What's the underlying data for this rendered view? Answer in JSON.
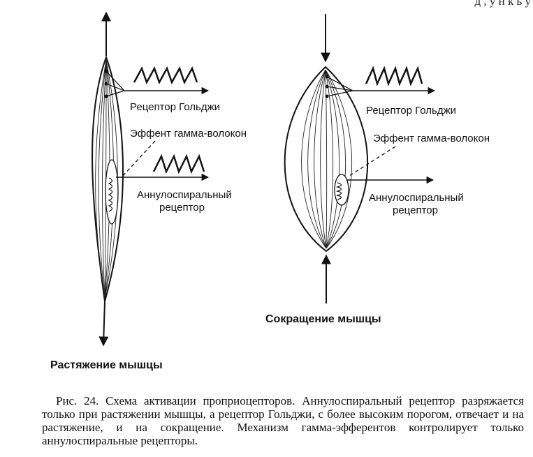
{
  "header_fragment": "д         , у     н   к ь  у",
  "left": {
    "golgi_label": "Рецептор Гольджи",
    "gamma_label": "Эффент гамма-волокон",
    "annulo_label_line1": "Аннулоспиральный",
    "annulo_label_line2": "рецептор",
    "title": "Растяжение мышцы"
  },
  "right": {
    "golgi_label": "Рецептор Гольджи",
    "gamma_label": "Эффент гамма-волокон",
    "annulo_label_line1": "Аннулоспиральный",
    "annulo_label_line2": "рецептор",
    "title": "Сокращение мышцы"
  },
  "caption": "Рис. 24. Схема активации проприоцепторов. Аннулоспиральный рецептор разряжается только при растяжении мышцы, а рецептор Гольджи, с более высоким порогом, отвечает и на растяжение, и на сокращение. Механизм гамма-эфферентов контролирует только аннулоспиральные рецепторы."
}
